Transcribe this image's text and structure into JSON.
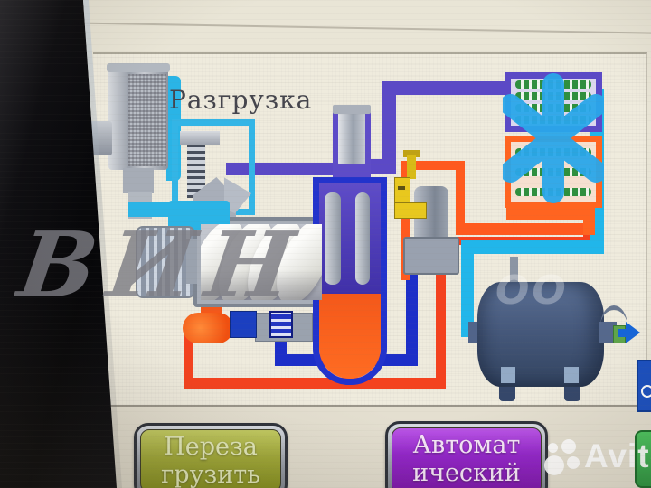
{
  "hmi": {
    "diagram": {
      "unloading_label": "Разгрузка",
      "components": [
        "air-intake-filter",
        "intake-unloader-valve",
        "motor-coupling",
        "screw-airend",
        "oil-separator",
        "minimum-pressure-valve",
        "oil-filter",
        "oil-cooler-section",
        "aftercooler-section",
        "cooling-fan",
        "air-receiver-tank",
        "outlet-valve"
      ]
    },
    "buttons": {
      "reload": {
        "line1": "Переза",
        "line2": "грузить"
      },
      "automatic": {
        "line1": "Автомат",
        "line2": "ический"
      }
    },
    "colors": {
      "suction_cyan": "#2ab4e6",
      "control_cyan": "#33b5e6",
      "air_oil_purple": "#5b49c6",
      "hot_oil_red": "#f4421f",
      "discharge_orange": "#f4611e",
      "oil_return_blue": "#1c2ec8",
      "cooled_air_cyan": "#21b6ea",
      "valve_yellow": "#e8c81e",
      "coil_green": "#2f8f3f",
      "fan_blue": "#2aa7ea",
      "tank_blue": "#46597c",
      "reload_button_olive": "#9aa232",
      "automatic_button_purple": "#8f2cc4"
    }
  },
  "overlays": {
    "watermark_left": "ВИН",
    "watermark_faint": "ОО",
    "brand_watermark": "Avito"
  }
}
